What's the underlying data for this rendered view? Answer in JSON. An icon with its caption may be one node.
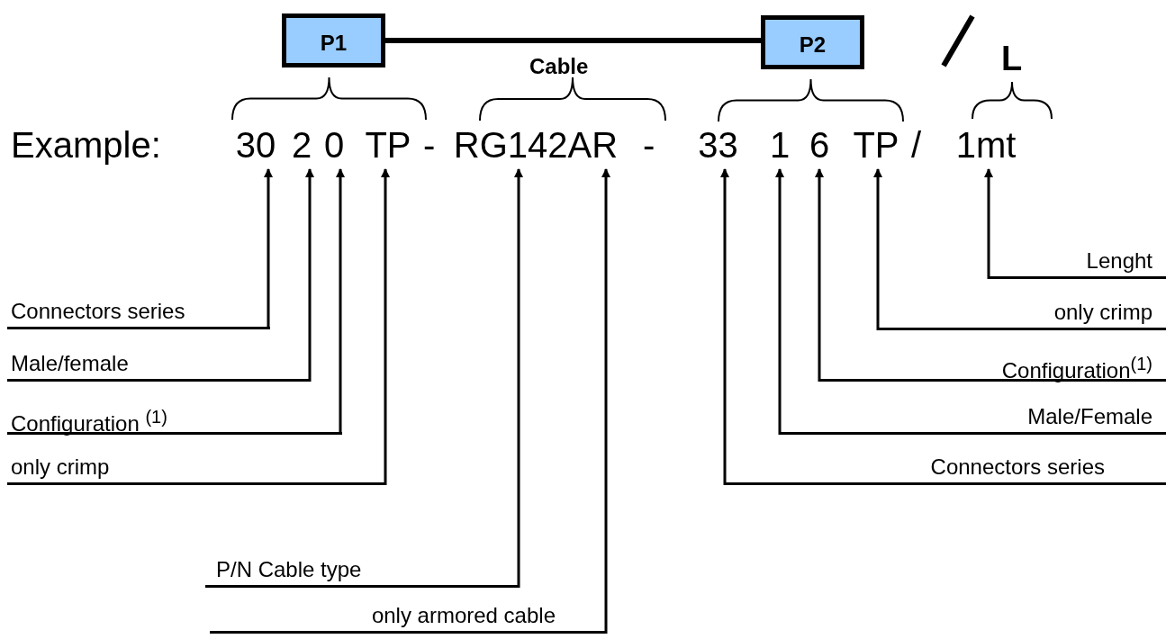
{
  "diagram": {
    "nodes": [
      {
        "text": [
          "P1"
        ]
      },
      {
        "text": [
          "P2"
        ]
      },
      {
        "text": [
          "30"
        ]
      },
      {
        "text": [
          "2"
        ]
      },
      {
        "text": [
          "0"
        ]
      },
      {
        "text": [
          "TP"
        ]
      },
      {
        "text": [
          "RG142AR"
        ]
      },
      {
        "text": [
          "33"
        ]
      },
      {
        "text": [
          "1"
        ]
      },
      {
        "text": [
          "6"
        ]
      },
      {
        "text": [
          "TP"
        ]
      },
      {
        "text": [
          "1mt"
        ]
      },
      {
        "text": [
          "Connectors series"
        ]
      },
      {
        "text": [
          "Male/female"
        ]
      },
      {
        "text": [
          "Configuration $^{(1)}$"
        ]
      },
      {
        "text": [
          "only crimp"
        ]
      },
      {
        "text": [
          "P/N Cable type"
        ]
      },
      {
        "text": [
          "only armored cable"
        ]
      },
      {
        "text": [
          "Lenght"
        ]
      },
      {
        "text": [
          "only crimp"
        ]
      },
      {
        "text": [
          "Configuration$^{(1)}$"
        ]
      },
      {
        "text": [
          "Male/Female"
        ]
      },
      {
        "text": [
          "Connectors series"
        ]
      }
    ],
    "edges": [
      {
        "from": 0,
        "to": 1,
        "arrow": "none",
        "style": "thick"
      },
      {
        "from": 12,
        "to": 2,
        "arrow": "to"
      },
      {
        "from": 13,
        "to": 3,
        "arrow": "to"
      },
      {
        "from": 14,
        "to": 4,
        "arrow": "to"
      },
      {
        "from": 15,
        "to": 5,
        "arrow": "to"
      },
      {
        "from": 16,
        "to": 6,
        "arrow": "to"
      },
      {
        "from": 17,
        "to": 6,
        "arrow": "to"
      },
      {
        "from": 18,
        "to": 11,
        "arrow": "to"
      },
      {
        "from": 19,
        "to": 10,
        "arrow": "to"
      },
      {
        "from": 20,
        "to": 9,
        "arrow": "to"
      },
      {
        "from": 21,
        "to": 8,
        "arrow": "to"
      },
      {
        "from": 22,
        "to": 7,
        "arrow": "to"
      }
    ],
    "labels": [
      "Cable",
      "L",
      "Example:",
      "-",
      "-",
      "/"
    ]
  }
}
